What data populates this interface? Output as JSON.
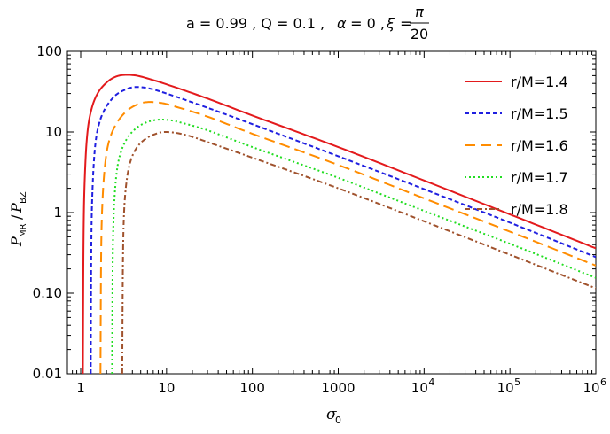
{
  "chart_data": {
    "type": "line",
    "title": "a = 0.99 , Q = 0.1 , α = 0 , ξ = π/20",
    "title_parts": {
      "prefix": "a = 0.99 , Q = 0.1 , ",
      "alpha": "α",
      "mid": " = 0 , ",
      "xi": "ξ",
      "eq": " = ",
      "num": "π",
      "den": "20"
    },
    "xlabel": "σ",
    "xlabel_sub": "0",
    "ylabel_num": "P",
    "ylabel_num_sub": "MR",
    "ylabel_slash": "/",
    "ylabel_den": "P",
    "ylabel_den_sub": "BZ",
    "x_scale": "log",
    "y_scale": "log",
    "xlim": [
      0.7,
      1000000
    ],
    "ylim": [
      0.01,
      100
    ],
    "x_ticks": [
      {
        "value": 1,
        "label": "1"
      },
      {
        "value": 10,
        "label": "10"
      },
      {
        "value": 100,
        "label": "100"
      },
      {
        "value": 1000,
        "label": "1000"
      },
      {
        "value": 10000,
        "base": "10",
        "exp": "4"
      },
      {
        "value": 100000,
        "base": "10",
        "exp": "5"
      },
      {
        "value": 1000000,
        "base": "10",
        "exp": "6"
      }
    ],
    "y_ticks": [
      {
        "value": 0.01,
        "label": "0.01"
      },
      {
        "value": 0.1,
        "label": "0.10"
      },
      {
        "value": 1,
        "label": "1"
      },
      {
        "value": 10,
        "label": "10"
      },
      {
        "value": 100,
        "label": "100"
      }
    ],
    "grid": false,
    "legend_position": "top-right",
    "series": [
      {
        "name": "r/M=1.4",
        "color": "#e31a1c",
        "dash": "solid",
        "x": [
          1.06,
          1.08,
          1.12,
          1.2,
          1.35,
          1.6,
          2.0,
          2.5,
          3.2,
          4.5,
          7,
          10,
          30,
          100,
          1000,
          10000,
          100000,
          1000000
        ],
        "y": [
          0.01,
          0.5,
          3,
          10,
          20,
          31,
          41,
          48,
          51,
          50,
          44,
          39,
          26,
          16,
          6.5,
          2.5,
          0.95,
          0.36
        ]
      },
      {
        "name": "r/M=1.5",
        "color": "#1f1fe0",
        "dash": "dotted",
        "x": [
          1.31,
          1.33,
          1.38,
          1.48,
          1.65,
          1.95,
          2.5,
          3.2,
          4.2,
          6,
          10,
          30,
          100,
          1000,
          10000,
          100000,
          1000000
        ],
        "y": [
          0.01,
          0.4,
          2.2,
          7,
          13,
          20,
          28,
          33,
          36,
          35,
          30,
          20,
          12.5,
          5,
          1.95,
          0.75,
          0.28
        ]
      },
      {
        "name": "r/M=1.6",
        "color": "#ff8c00",
        "dash": "dashed",
        "x": [
          1.7,
          1.73,
          1.8,
          1.95,
          2.2,
          2.7,
          3.5,
          4.6,
          6,
          8.5,
          12,
          30,
          100,
          1000,
          10000,
          100000,
          1000000
        ],
        "y": [
          0.01,
          0.3,
          1.5,
          4.5,
          8.5,
          13.5,
          18.5,
          22,
          23.5,
          23,
          21,
          15.5,
          9.5,
          3.9,
          1.5,
          0.58,
          0.22
        ]
      },
      {
        "name": "r/M=1.7",
        "color": "#22dd22",
        "dash": "dense-dotted",
        "x": [
          2.32,
          2.36,
          2.45,
          2.65,
          3.0,
          3.6,
          4.6,
          6,
          8,
          11,
          15,
          30,
          100,
          1000,
          10000,
          100000,
          1000000
        ],
        "y": [
          0.01,
          0.25,
          1.2,
          3.4,
          6,
          8.8,
          11.5,
          13.3,
          14.2,
          14,
          13,
          10.5,
          6.5,
          2.7,
          1.05,
          0.41,
          0.155
        ]
      },
      {
        "name": "r/M=1.8",
        "color": "#a0522d",
        "dash": "dashdot",
        "x": [
          3.05,
          3.1,
          3.2,
          3.45,
          3.9,
          4.7,
          6,
          8,
          10,
          14,
          20,
          30,
          100,
          1000,
          10000,
          100000,
          1000000
        ],
        "y": [
          0.01,
          0.2,
          1.0,
          2.6,
          4.7,
          6.8,
          8.5,
          9.7,
          10,
          9.6,
          8.7,
          7.5,
          4.8,
          2.0,
          0.78,
          0.3,
          0.115
        ]
      }
    ]
  }
}
